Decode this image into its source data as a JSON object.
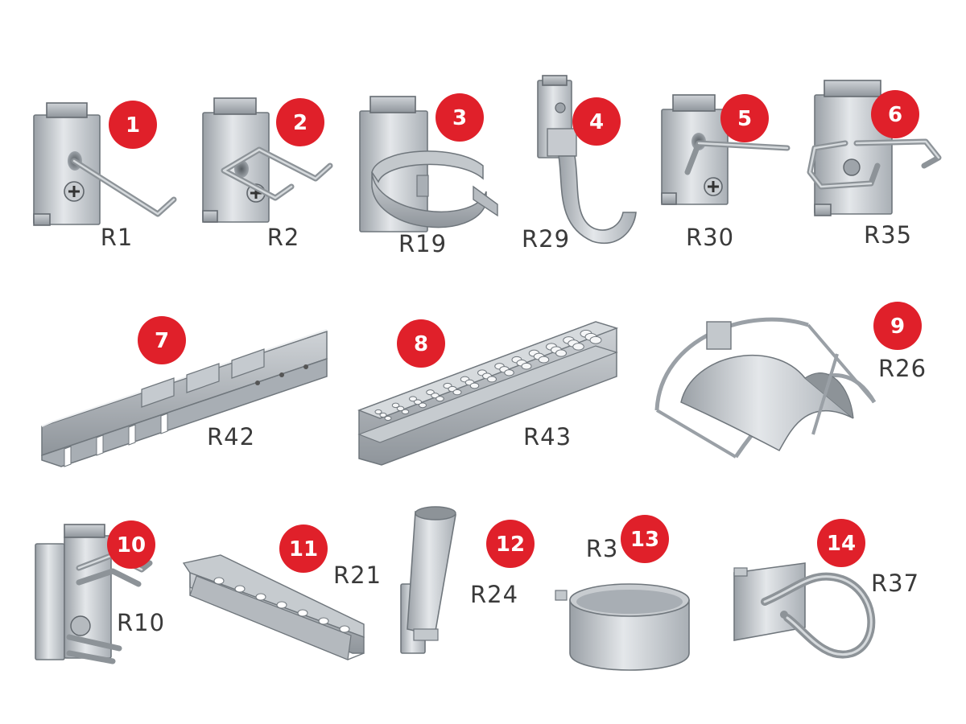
{
  "colors": {
    "badge": "#e0202a",
    "badge_text": "#ffffff",
    "metal": "#b9bec3",
    "label": "#3a3a3a",
    "background": "#ffffff"
  },
  "items": [
    {
      "number": "1",
      "code": "R1",
      "icon": "hook-icon"
    },
    {
      "number": "2",
      "code": "R2",
      "icon": "double-hook-icon"
    },
    {
      "number": "3",
      "code": "R19",
      "icon": "pipe-clamp-icon"
    },
    {
      "number": "4",
      "code": "R29",
      "icon": "curved-holder-icon"
    },
    {
      "number": "5",
      "code": "R30",
      "icon": "angled-hook-icon"
    },
    {
      "number": "6",
      "code": "R35",
      "icon": "loop-hook-icon"
    },
    {
      "number": "7",
      "code": "R42",
      "icon": "slotted-rail-icon"
    },
    {
      "number": "8",
      "code": "R43",
      "icon": "perforated-rack-icon"
    },
    {
      "number": "9",
      "code": "R26",
      "icon": "hose-reel-holder-icon"
    },
    {
      "number": "10",
      "code": "R10",
      "icon": "twin-hook-icon"
    },
    {
      "number": "11",
      "code": "R21",
      "icon": "tool-shelf-icon"
    },
    {
      "number": "12",
      "code": "R24",
      "icon": "tube-holder-icon"
    },
    {
      "number": "13",
      "code": "R3",
      "icon": "ring-holder-icon"
    },
    {
      "number": "14",
      "code": "R37",
      "icon": "u-loop-holder-icon"
    }
  ]
}
